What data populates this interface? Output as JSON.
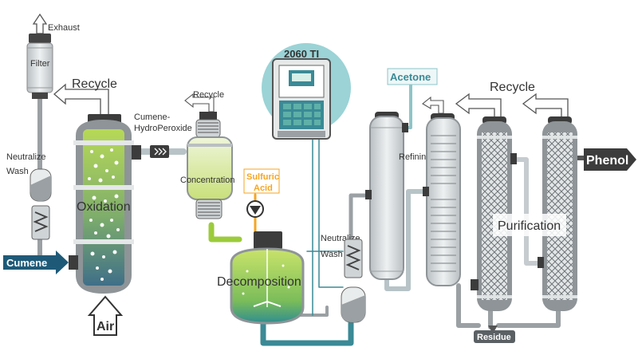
{
  "labels": {
    "exhaust": "Exhaust",
    "filter": "Filter",
    "recycle_oxidizer": "Recycle",
    "neutralize_wash_left_1": "Neutralize",
    "neutralize_wash_left_2": "Wash",
    "oxidation": "Oxidation",
    "cumene": "Cumene",
    "air": "Air",
    "recycle_small": "Recycle",
    "cumene_hp_1": "Cumene-",
    "cumene_hp_2": "HydroPeroxide",
    "concentration": "Concentration",
    "sulfuric_1": "Sulfuric",
    "sulfuric_2": "Acid",
    "decomposition": "Decomposition",
    "neutralize_wash_mid_1": "Neutralize",
    "neutralize_wash_mid_2": "Wash",
    "instrument": "2060 TI",
    "acetone": "Acetone",
    "refining": "Refining",
    "recycle_right": "Recycle",
    "phenol": "Phenol",
    "purification": "Purification",
    "residue": "Residue"
  },
  "colors": {
    "vessel_gray": "#8e9497",
    "vessel_light": "#dfe3e4",
    "green_fluid": "#9ccb3b",
    "teal": "#3a8a96",
    "teal_circle": "#9bd3d6",
    "cumene_blue": "#1e5a78",
    "orange": "#f5a623",
    "dark_cap": "#3c3c3c"
  }
}
